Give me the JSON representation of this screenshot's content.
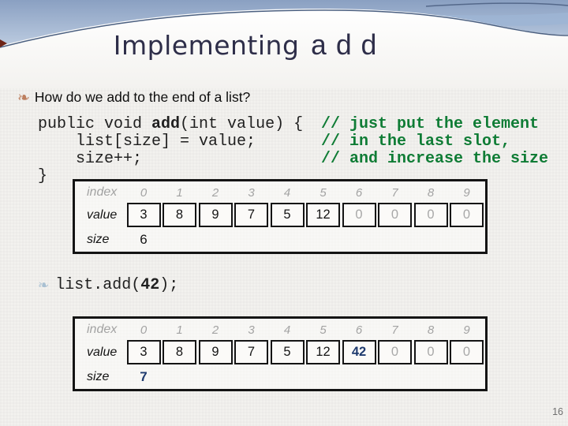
{
  "header": {
    "title_main": "Implementing",
    "title_code": "add"
  },
  "question": {
    "bullet_icon": "❧",
    "text": "How do we add to the end of a list?"
  },
  "code": {
    "l1_pre": "public void ",
    "l1_fn": "add",
    "l1_post": "(int value) {",
    "l2": "    list[size] = value;",
    "l3": "    size++;",
    "l4": "}",
    "c1": "// just put the element",
    "c2": "// in the last slot,",
    "c3": "// and increase the size"
  },
  "call": {
    "bullet_icon": "❧",
    "pre": "list.add(",
    "arg": "42",
    "post": ");"
  },
  "table_before": {
    "index_label": "index",
    "value_label": "value",
    "size_label": "size",
    "indices": [
      "0",
      "1",
      "2",
      "3",
      "4",
      "5",
      "6",
      "7",
      "8",
      "9"
    ],
    "values": [
      "3",
      "8",
      "9",
      "7",
      "5",
      "12",
      "0",
      "0",
      "0",
      "0"
    ],
    "empty_from_index": 6,
    "size_value": "6"
  },
  "table_after": {
    "index_label": "index",
    "value_label": "value",
    "size_label": "size",
    "indices": [
      "0",
      "1",
      "2",
      "3",
      "4",
      "5",
      "6",
      "7",
      "8",
      "9"
    ],
    "values": [
      "3",
      "8",
      "9",
      "7",
      "5",
      "12",
      "42",
      "0",
      "0",
      "0"
    ],
    "empty_from_index": 7,
    "highlight_index": 6,
    "size_value": "7"
  },
  "footer": {
    "page_number": "16"
  },
  "colors": {
    "comment_green": "#0f7c35",
    "highlight_navy": "#1e3a6e",
    "muted_gray": "#a3a3a3",
    "title_navy": "#2e2e49",
    "bullet1_salmon": "#bd7f5f",
    "bullet2_blue": "#a9c0d2",
    "wave_sky_blue": "#8aa0c2"
  }
}
